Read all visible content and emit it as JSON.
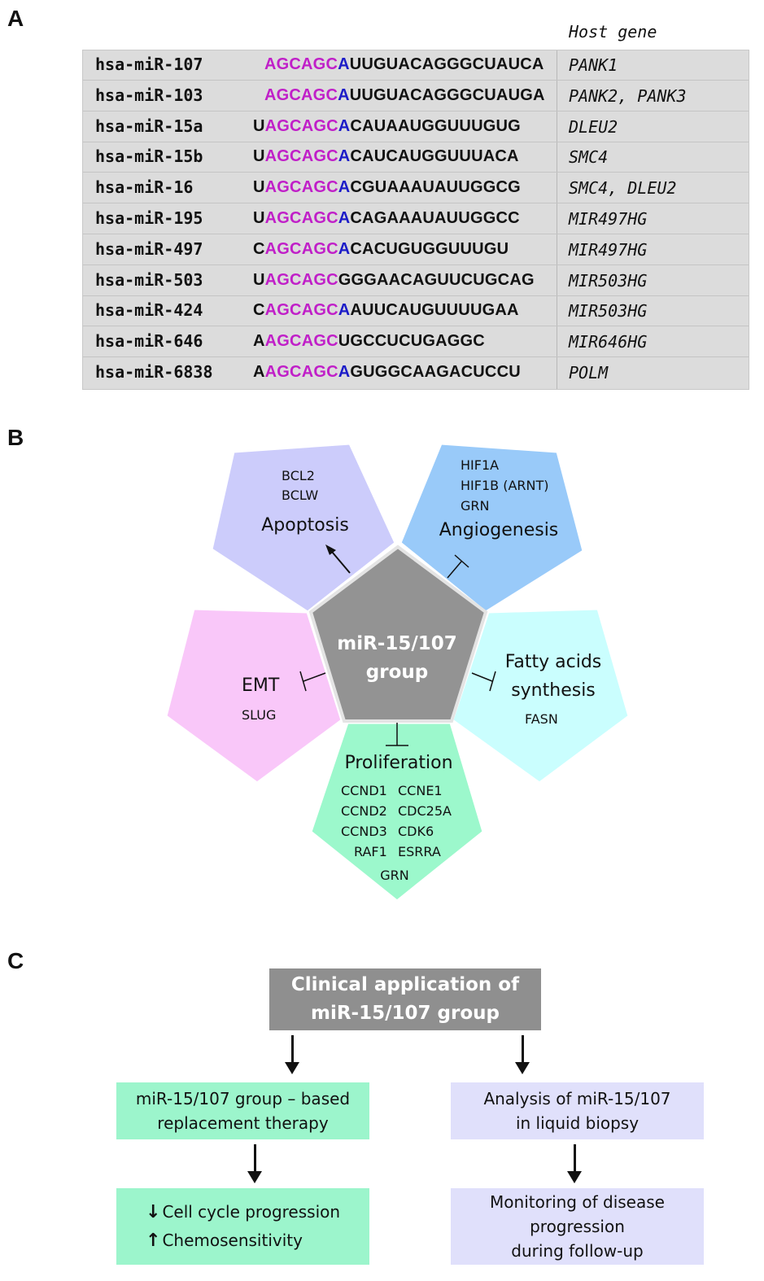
{
  "panels": {
    "a": "A",
    "b": "B",
    "c": "C"
  },
  "table": {
    "host_header": "Host gene",
    "rows": [
      {
        "name": "hsa-miR-107",
        "lead": "",
        "seed": "AGCAGC",
        "seed8": "A",
        "rest": "UUGUACAGGGCUAUCA",
        "host": "PANK1"
      },
      {
        "name": "hsa-miR-103",
        "lead": "",
        "seed": "AGCAGC",
        "seed8": "A",
        "rest": "UUGUACAGGGCUAUGA",
        "host": "PANK2, PANK3"
      },
      {
        "name": "hsa-miR-15a",
        "lead": "U",
        "seed": "AGCAGC",
        "seed8": "A",
        "rest": "CAUAAUGGUUUGUG",
        "host": "DLEU2"
      },
      {
        "name": "hsa-miR-15b",
        "lead": "U",
        "seed": "AGCAGC",
        "seed8": "A",
        "rest": "CAUCAUGGUUUACA",
        "host": "SMC4"
      },
      {
        "name": "hsa-miR-16",
        "lead": "U",
        "seed": "AGCAGC",
        "seed8": "A",
        "rest": "CGUAAAUAUUGGCG",
        "host": "SMC4, DLEU2"
      },
      {
        "name": "hsa-miR-195",
        "lead": "U",
        "seed": "AGCAGC",
        "seed8": "A",
        "rest": "CAGAAAUAUUGGCC",
        "host": "MIR497HG"
      },
      {
        "name": "hsa-miR-497",
        "lead": "C",
        "seed": "AGCAGC",
        "seed8": "A",
        "rest": "CACUGUGGUUUGU",
        "host": "MIR497HG"
      },
      {
        "name": "hsa-miR-503",
        "lead": "U",
        "seed": "AGCAGC",
        "seed8": "",
        "rest": "GGGAACAGUUCUGCAG",
        "host": "MIR503HG"
      },
      {
        "name": "hsa-miR-424",
        "lead": "C",
        "seed": "AGCAGC",
        "seed8": "A",
        "rest": "AUUCAUGUUUUGAA",
        "host": "MIR503HG"
      },
      {
        "name": "hsa-miR-646",
        "lead": "A",
        "seed": "AGCAGC",
        "seed8": "",
        "rest": "UGCCUCUGAGGC",
        "host": "MIR646HG"
      },
      {
        "name": "hsa-miR-6838",
        "lead": "A",
        "seed": "AGCAGC",
        "seed8": "A",
        "rest": "GUGGCAAGACUCCU",
        "host": "POLM"
      }
    ]
  },
  "pentagon": {
    "center": {
      "line1": "miR-15/107",
      "line2": "group"
    },
    "apoptosis": {
      "genes": [
        "BCL2",
        "BCLW"
      ],
      "label": "Apoptosis"
    },
    "angiogenesis": {
      "genes": [
        "HIF1A",
        "HIF1B (ARNT)",
        "GRN"
      ],
      "label": "Angiogenesis"
    },
    "emt": {
      "label": "EMT",
      "genes": [
        "SLUG"
      ]
    },
    "fatty": {
      "label_line1": "Fatty acids",
      "label_line2": "synthesis",
      "genes": [
        "FASN"
      ]
    },
    "proliferation": {
      "label": "Proliferation",
      "genes_left": [
        "CCND1",
        "CCND2",
        "CCND3",
        "RAF1"
      ],
      "genes_right": [
        "CCNE1",
        "CDC25A",
        "CDK6",
        "ESRRA"
      ],
      "gene_bottom": "GRN"
    },
    "colors": {
      "center": "#939393",
      "apoptosis": "#ccccfb",
      "angiogenesis": "#99caf9",
      "emt": "#f9c7f9",
      "fatty": "#cafefe",
      "proliferation": "#9cf8cc"
    }
  },
  "flow": {
    "title_line1": "Clinical application of",
    "title_line2": "miR-15/107 group",
    "left": {
      "top_line1": "miR-15/107 group – based",
      "top_line2": "replacement therapy",
      "bottom_line1": "Cell cycle progression",
      "bottom_line2": "Chemosensitivity",
      "down_arrow": "↓",
      "up_arrow": "↑"
    },
    "right": {
      "top_line1": "Analysis of miR-15/107",
      "top_line2": "in liquid biopsy",
      "bottom_line1": "Monitoring of disease",
      "bottom_line2": "progression",
      "bottom_line3": "during follow-up"
    }
  }
}
